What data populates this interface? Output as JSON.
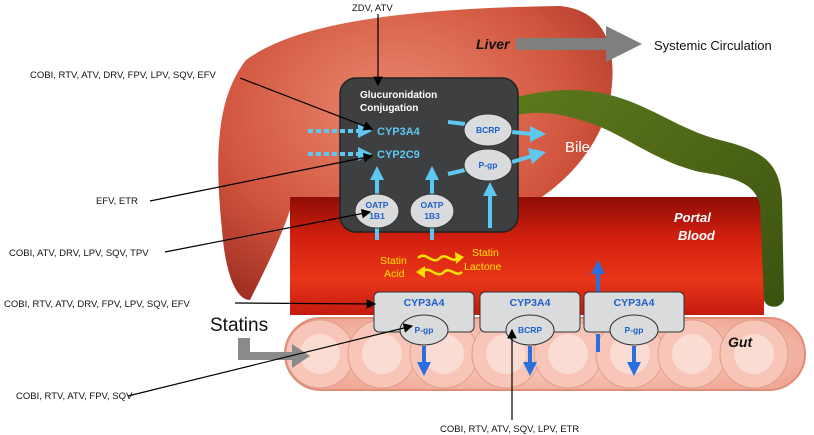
{
  "liver_label": "Liver",
  "systemic_circulation": "Systemic Circulation",
  "hepatocyte": {
    "title_line1": "Glucuronidation",
    "title_line2": "Conjugation",
    "enzyme1": "CYP3A4",
    "enzyme2": "CYP2C9",
    "oatp1_line1": "OATP",
    "oatp1_line2": "1B1",
    "oatp2_line1": "OATP",
    "oatp2_line2": "1B3",
    "bcrp": "BCRP",
    "pgp": "P-gp"
  },
  "bile_label": "Bile",
  "portal_blood_line1": "Portal",
  "portal_blood_line2": "Blood",
  "statin_acid_line1": "Statin",
  "statin_acid_line2": "Acid",
  "statin_lactone_line1": "Statin",
  "statin_lactone_line2": "Lactone",
  "statins_label": "Statins",
  "gut_label": "Gut",
  "enterocytes": [
    {
      "enzyme": "CYP3A4",
      "transporter": "P-gp"
    },
    {
      "enzyme": "CYP3A4",
      "transporter": "BCRP"
    },
    {
      "enzyme": "CYP3A4",
      "transporter": "P-gp"
    }
  ],
  "drug_labels": {
    "top": "ZDV, ATV",
    "cyp3a4_liver": "COBI, RTV, ATV, DRV, FPV, LPV, SQV, EFV",
    "cyp2c9": "EFV, ETR",
    "oatp": "COBI, ATV, DRV, LPV, SQV, TPV",
    "cyp3a4_gut": "COBI, RTV, ATV, DRV, FPV, LPV, SQV, EFV",
    "pgp_gut": "COBI, RTV, ATV, FPV, SQV",
    "bcrp_gut": "COBI, RTV, ATV, SQV, LPV, ETR"
  },
  "colors": {
    "liver": "#d9604a",
    "hepatocyte": "#3d3f40",
    "transporter_fill": "#d9dbdc",
    "blood": "#c41a10",
    "bile": "#4a6414",
    "gut": "#f4b8a8",
    "arrow_light_blue": "#5ec8f0",
    "arrow_blue": "#2a6fe0",
    "arrow_grey": "#8a8a8a",
    "statin_text": "#ffe000"
  }
}
